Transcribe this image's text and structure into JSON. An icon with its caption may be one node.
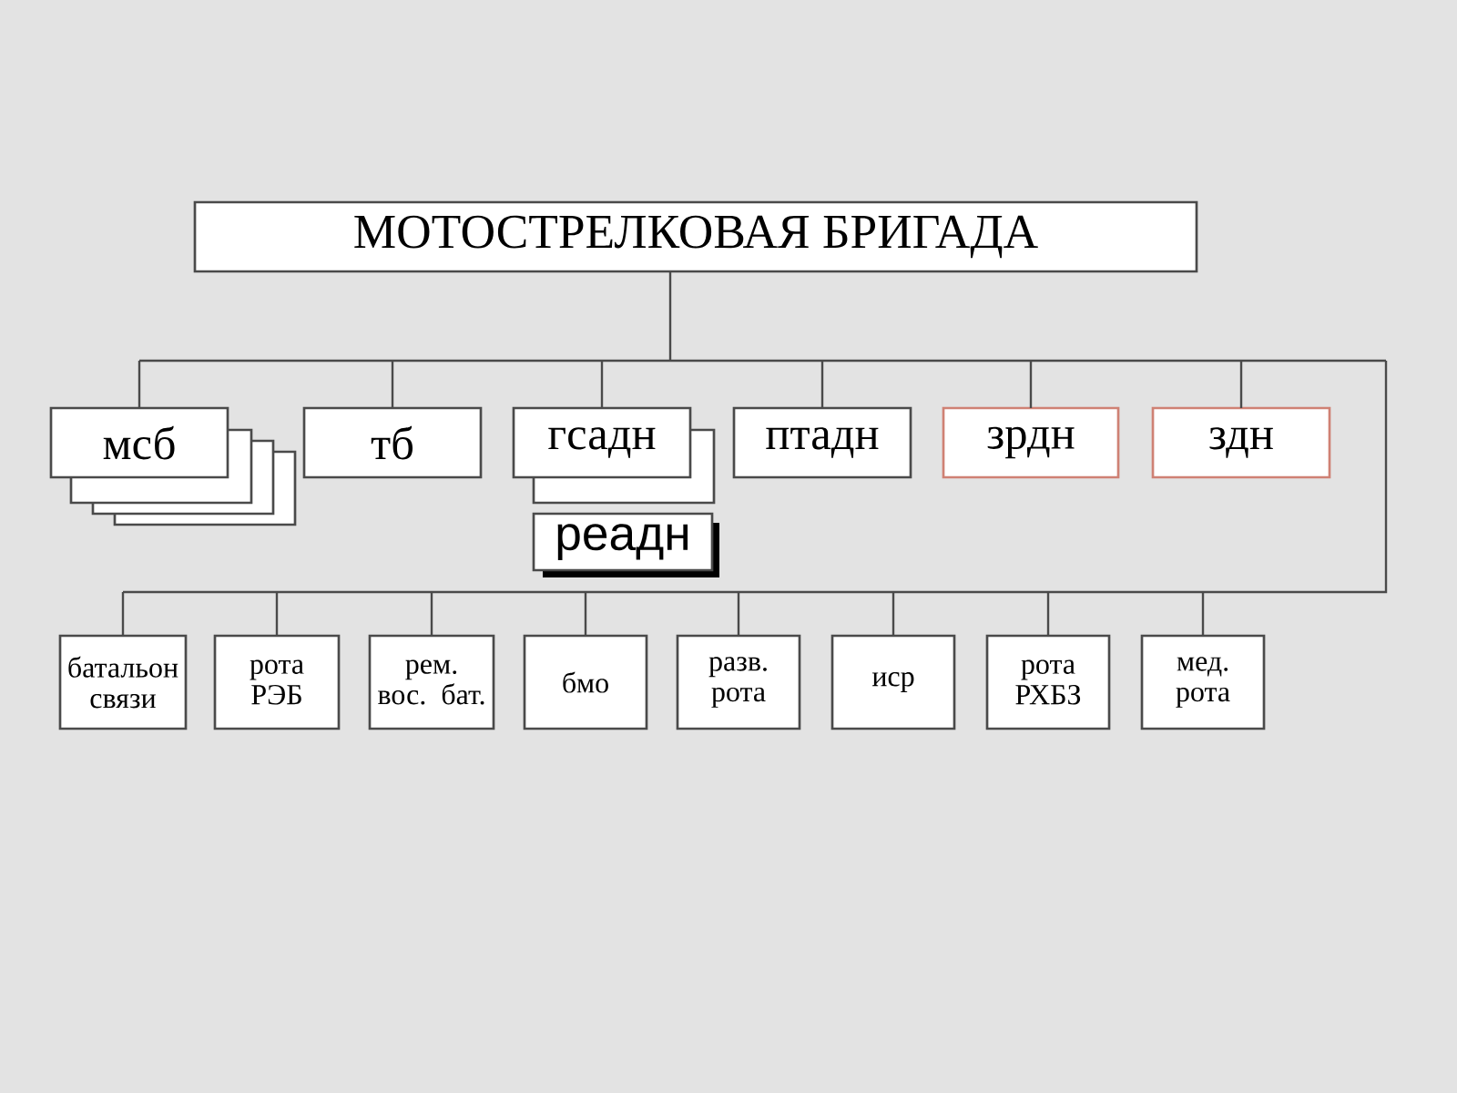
{
  "diagram": {
    "nodes": [
      {
        "text": [
          "МОТОСТРЕЛКОВАЯ БРИГАДА"
        ]
      },
      {
        "text": [
          "мсб"
        ]
      },
      {
        "text": [],
        "shape": "box"
      },
      {
        "text": [],
        "shape": "box"
      },
      {
        "text": [],
        "shape": "box"
      },
      {
        "text": [
          "тб"
        ]
      },
      {
        "text": [
          "гсадн"
        ]
      },
      {
        "text": [],
        "shape": "box"
      },
      {
        "text": [
          "реадн"
        ]
      },
      {
        "text": [
          "птадн"
        ]
      },
      {
        "text": [
          "зрдн"
        ]
      },
      {
        "text": [
          "здн"
        ]
      },
      {
        "text": [
          "батальон связи"
        ]
      },
      {
        "text": [
          "рота РЭБ"
        ]
      },
      {
        "text": [
          "рем. вос. бат."
        ]
      },
      {
        "text": [
          "бмо"
        ]
      },
      {
        "text": [
          "разв. рота"
        ]
      },
      {
        "text": [
          "иср"
        ]
      },
      {
        "text": [
          "рота РХБЗ"
        ]
      },
      {
        "text": [
          "мед. рота"
        ]
      }
    ],
    "edges": [
      {
        "from": 0,
        "to": 1,
        "arrow": "none"
      },
      {
        "from": 0,
        "to": 5,
        "arrow": "none"
      },
      {
        "from": 0,
        "to": 6,
        "arrow": "none"
      },
      {
        "from": 0,
        "to": 9,
        "arrow": "none"
      },
      {
        "from": 0,
        "to": 10,
        "arrow": "none"
      },
      {
        "from": 0,
        "to": 11,
        "arrow": "none"
      },
      {
        "from": 0,
        "to": 12,
        "arrow": "none"
      },
      {
        "from": 0,
        "to": 13,
        "arrow": "none"
      },
      {
        "from": 0,
        "to": 14,
        "arrow": "none"
      },
      {
        "from": 0,
        "to": 15,
        "arrow": "none"
      },
      {
        "from": 0,
        "to": 16,
        "arrow": "none"
      },
      {
        "from": 0,
        "to": 17,
        "arrow": "none"
      },
      {
        "from": 0,
        "to": 18,
        "arrow": "none"
      },
      {
        "from": 0,
        "to": 19,
        "arrow": "none"
      }
    ]
  }
}
